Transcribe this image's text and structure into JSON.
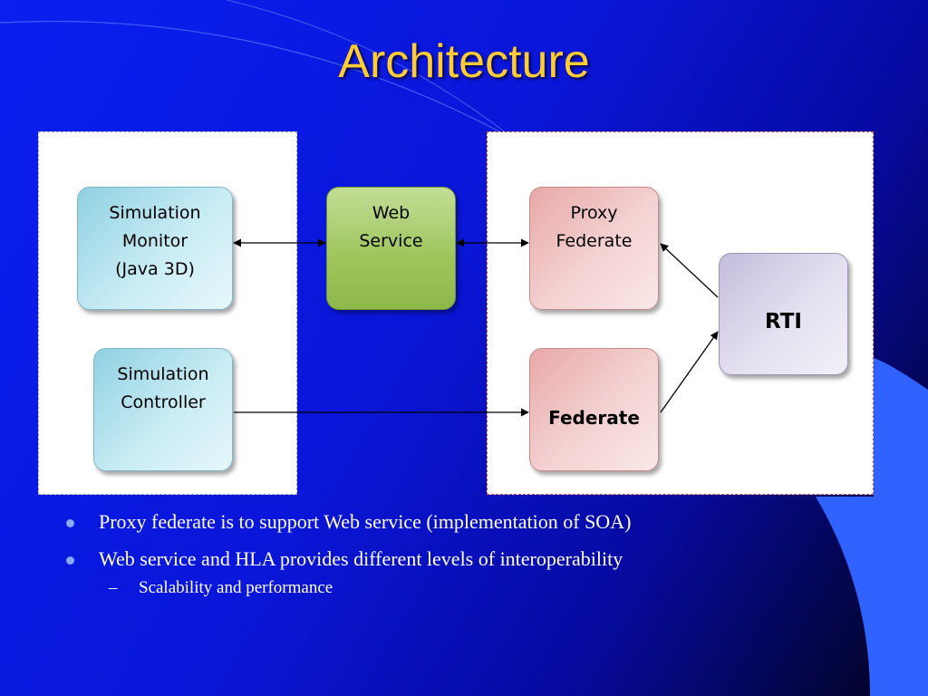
{
  "slide": {
    "title": "Architecture"
  },
  "diagram": {
    "nodes": {
      "simulation_monitor": [
        "Simulation",
        "Monitor",
        "(Java 3D)"
      ],
      "simulation_controller": [
        "Simulation",
        "Controller"
      ],
      "web_service": [
        "Web",
        "Service"
      ],
      "proxy_federate": [
        "Proxy",
        "Federate"
      ],
      "federate": "Federate",
      "rti": "RTI"
    },
    "colors": {
      "title": "#ffcc33",
      "monitor_controller_fill": "#c8ecf4",
      "web_service_fill": "#9cc45a",
      "federate_fill": "#f4d2d2",
      "rti_fill": "#e4e0f0"
    }
  },
  "bullets": {
    "items": [
      "Proxy federate is to support Web service (implementation of SOA)",
      "Web service and HLA provides different levels of interoperability"
    ],
    "sub_items": [
      "Scalability and performance"
    ],
    "sub_marker": "–"
  }
}
